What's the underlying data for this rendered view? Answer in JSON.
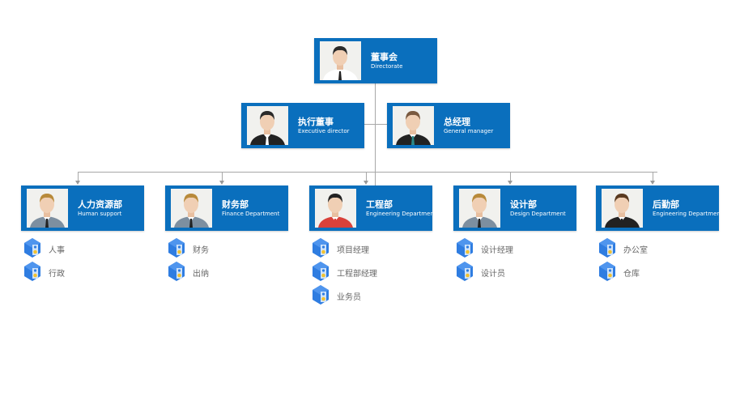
{
  "top": {
    "title": "董事会",
    "subtitle": "Directorate"
  },
  "second": [
    {
      "title": "执行董事",
      "subtitle": "Executive director"
    },
    {
      "title": "总经理",
      "subtitle": "General manager"
    }
  ],
  "departments": [
    {
      "title": "人力资源部",
      "subtitle": "Human support",
      "items": [
        "人事",
        "行政"
      ]
    },
    {
      "title": "财务部",
      "subtitle": "Finance Department",
      "items": [
        "财务",
        "出纳"
      ]
    },
    {
      "title": "工程部",
      "subtitle": "Engineering Department",
      "items": [
        "项目经理",
        "工程部经理",
        "业务员"
      ]
    },
    {
      "title": "设计部",
      "subtitle": "Design Department",
      "items": [
        "设计经理",
        "设计员"
      ]
    },
    {
      "title": "后勤部",
      "subtitle": "Engineering Department",
      "items": [
        "办公室",
        "仓库"
      ]
    }
  ],
  "colors": {
    "card": "#0a6fbd",
    "line": "#a8a8a8",
    "icon": "#2f7de1"
  }
}
